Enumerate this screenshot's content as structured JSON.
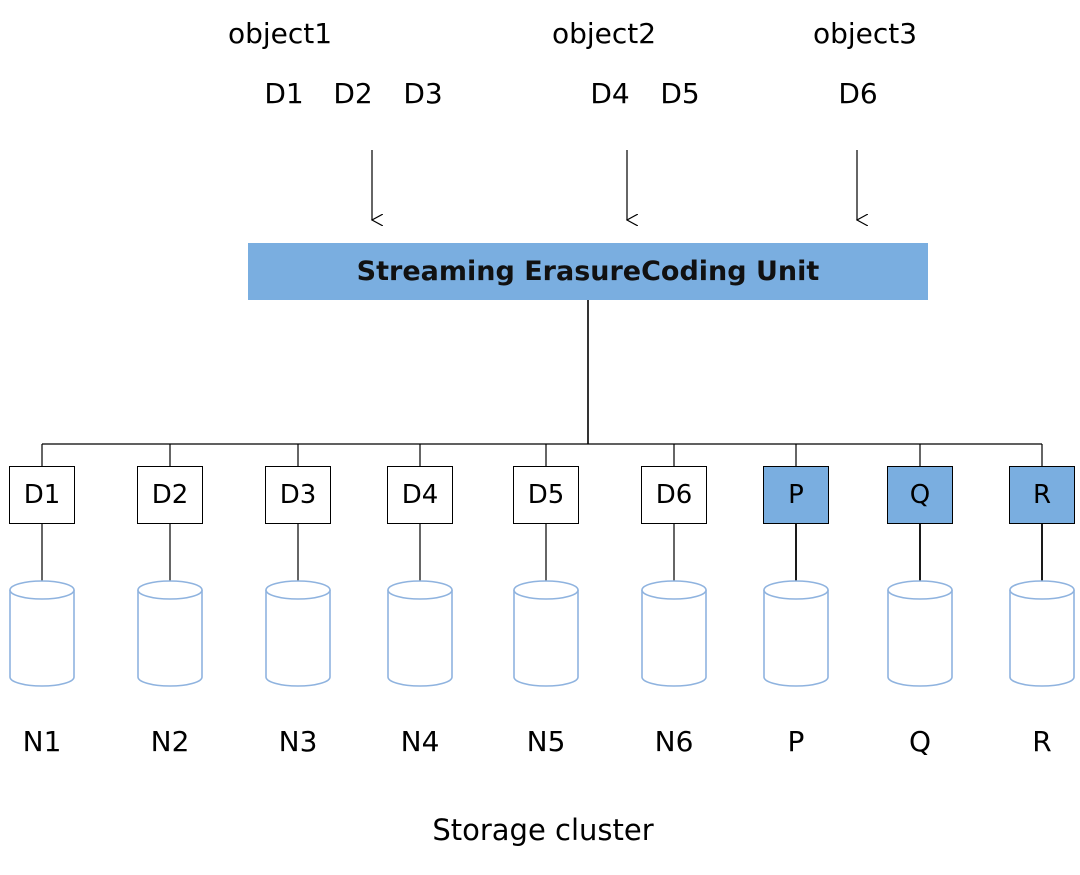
{
  "objects": [
    {
      "name": "object1",
      "fragments": [
        "D1",
        "D2",
        "D3"
      ]
    },
    {
      "name": "object2",
      "fragments": [
        "D4",
        "D5"
      ]
    },
    {
      "name": "object3",
      "fragments": [
        "D6"
      ]
    }
  ],
  "unit": {
    "label": "Streaming ErasureCoding Unit",
    "color": "#7aaee0"
  },
  "chunks": [
    {
      "label": "D1",
      "parity": false
    },
    {
      "label": "D2",
      "parity": false
    },
    {
      "label": "D3",
      "parity": false
    },
    {
      "label": "D4",
      "parity": false
    },
    {
      "label": "D5",
      "parity": false
    },
    {
      "label": "D6",
      "parity": false
    },
    {
      "label": "P",
      "parity": true
    },
    {
      "label": "Q",
      "parity": true
    },
    {
      "label": "R",
      "parity": true
    }
  ],
  "nodes": [
    "N1",
    "N2",
    "N3",
    "N4",
    "N5",
    "N6",
    "P",
    "Q",
    "R"
  ],
  "cluster_label": "Storage cluster",
  "colors": {
    "parity_fill": "#7aaee0",
    "disk_stroke": "#8fb3df"
  }
}
